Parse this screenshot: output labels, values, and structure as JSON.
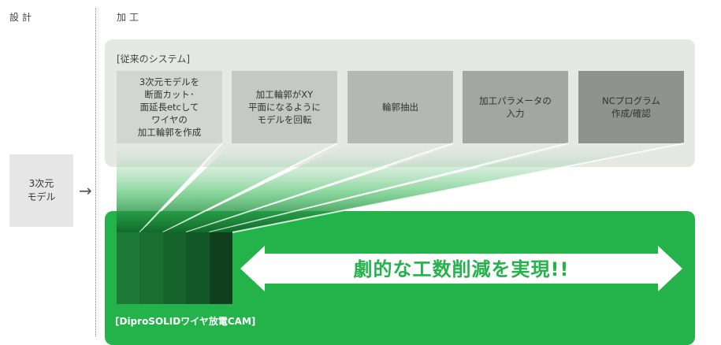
{
  "headers": {
    "design": "設計",
    "machining": "加工"
  },
  "source": {
    "label": "3次元\nモデル",
    "arrow_icon": "arrow-right"
  },
  "legacy": {
    "label": "[従来のシステム]",
    "steps": [
      {
        "text": "3次元モデルを\n断面カット･\n面延長etcして\nワイヤの\n加工輪郭を作成",
        "color": "#d3d5d1"
      },
      {
        "text": "加工輪郭がXY\n平面になるように\nモデルを回転",
        "color": "#c5c8c3"
      },
      {
        "text": "輪郭抽出",
        "color": "#b4b7b2"
      },
      {
        "text": "加工パラメータの\n入力",
        "color": "#a3a6a1"
      },
      {
        "text": "NCプログラム\n作成/確認",
        "color": "#8f928d"
      }
    ]
  },
  "dipro": {
    "label": "[DiproSOLIDワイヤ放電CAM]",
    "message": "劇的な工数削減を実現!!",
    "block_colors": [
      "#1c7a36",
      "#1a6f31",
      "#17632c",
      "#145727",
      "#0f3f1d"
    ],
    "accent": "#24b24b"
  }
}
